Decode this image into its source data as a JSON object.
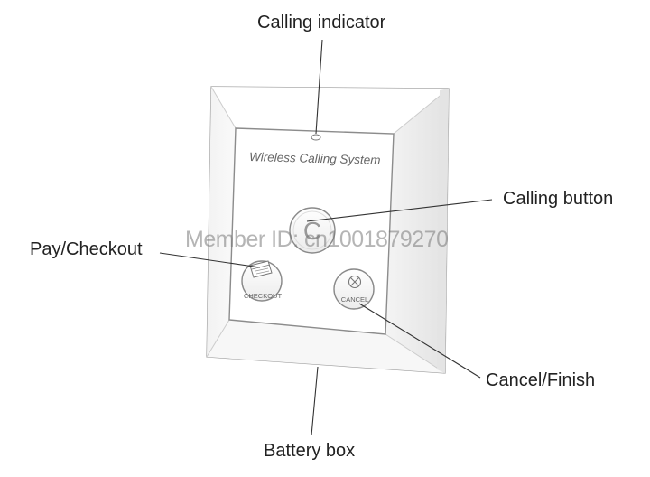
{
  "labels": {
    "calling_indicator": "Calling indicator",
    "calling_button": "Calling button",
    "pay_checkout": "Pay/Checkout",
    "cancel_finish": "Cancel/Finish",
    "battery_box": "Battery box"
  },
  "device": {
    "brand_text": "Wireless Calling System",
    "call_button_glyph": "C",
    "checkout_label": "CHECKOUT",
    "cancel_label": "CANCEL"
  },
  "watermark": "Member ID: cn1001879270",
  "colors": {
    "line": "#333333",
    "device_outline": "#9a9a9a",
    "device_bevel": "#eeeeee",
    "text": "#222222"
  }
}
